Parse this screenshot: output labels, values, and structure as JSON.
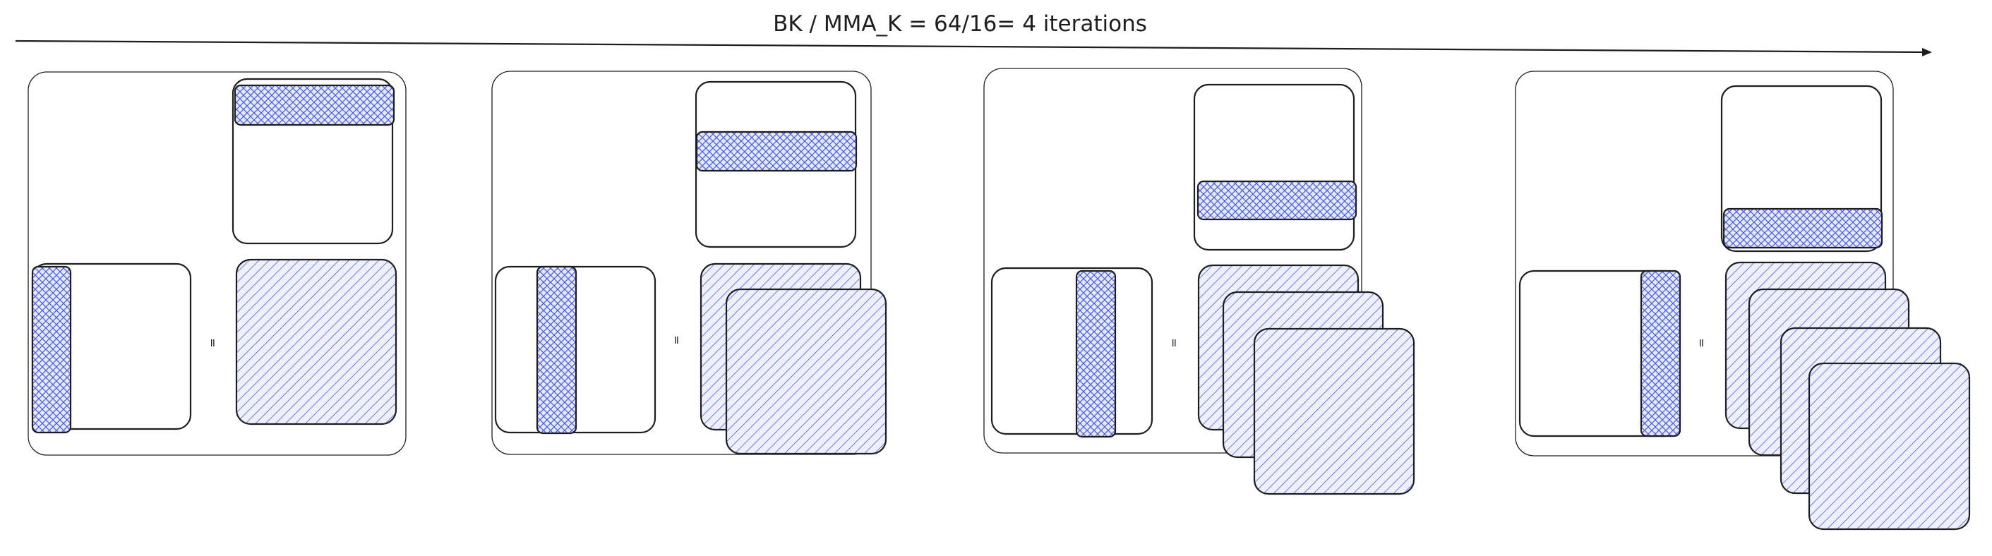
{
  "title": "BK / MMA_K = 64/16= 4 iterations",
  "colors": {
    "stroke": "#1e1e1e",
    "hatch": "#4a5fe0",
    "background": "#ffffff"
  },
  "panels": [
    {
      "iteration": 1,
      "equals": "=",
      "accumulated_tiles": 1
    },
    {
      "iteration": 2,
      "equals": "=",
      "accumulated_tiles": 2
    },
    {
      "iteration": 3,
      "equals": "=",
      "accumulated_tiles": 3
    },
    {
      "iteration": 4,
      "equals": "=",
      "accumulated_tiles": 4
    }
  ]
}
